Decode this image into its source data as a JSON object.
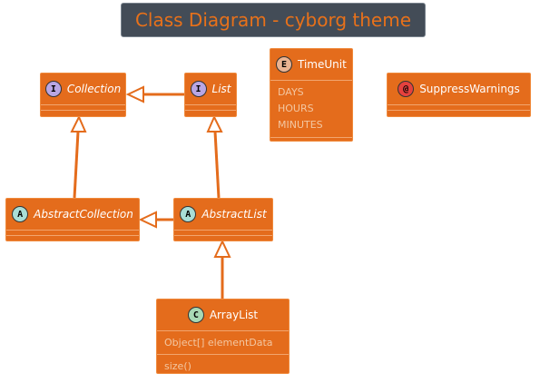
{
  "title": "Class Diagram - cyborg theme",
  "colors": {
    "accent": "#e46c1c",
    "title_bg": "#434c57",
    "arrow": "#e46c1c"
  },
  "classes": {
    "collection": {
      "badge": "I",
      "name": "Collection"
    },
    "list": {
      "badge": "I",
      "name": "List"
    },
    "abstract_collection": {
      "badge": "A",
      "name": "AbstractCollection"
    },
    "abstract_list": {
      "badge": "A",
      "name": "AbstractList"
    },
    "array_list": {
      "badge": "C",
      "name": "ArrayList",
      "fields": [
        "Object[] elementData"
      ],
      "methods": [
        "size()"
      ]
    },
    "time_unit": {
      "badge": "E",
      "name": "TimeUnit",
      "values": [
        "DAYS",
        "HOURS",
        "MINUTES"
      ]
    },
    "suppress_warnings": {
      "badge": "@",
      "name": "SuppressWarnings"
    }
  }
}
